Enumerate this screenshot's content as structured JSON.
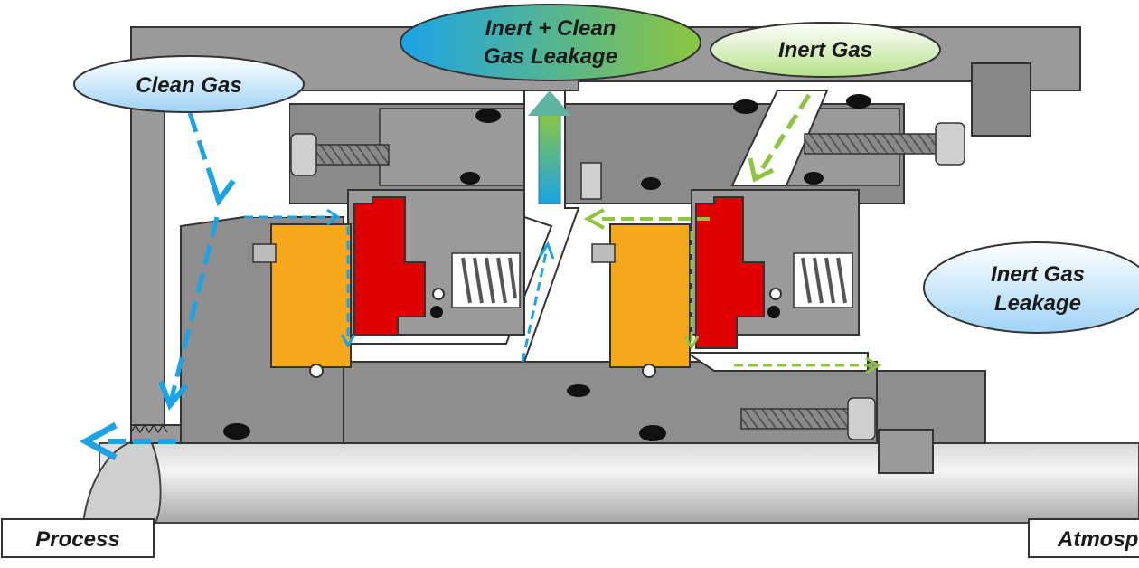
{
  "labels": {
    "clean_gas": "Clean Gas",
    "inert_clean_leak_line1": "Inert + Clean",
    "inert_clean_leak_line2": "Gas Leakage",
    "inert_gas": "Inert Gas",
    "inert_leak_line1": "Inert Gas",
    "inert_leak_line2": "Leakage",
    "process": "Process",
    "atmosphere": "Atmosp"
  },
  "colors": {
    "housing": "#9a9a9a",
    "housing_dark": "#6e6e6e",
    "housing_light": "#c8c8c8",
    "stator_face": "#f5a81c",
    "rotor_face": "#e00000",
    "clean_gas_flow": "#1aa3e6",
    "inert_gas_flow": "#8cc63f",
    "oring": "#111111"
  }
}
